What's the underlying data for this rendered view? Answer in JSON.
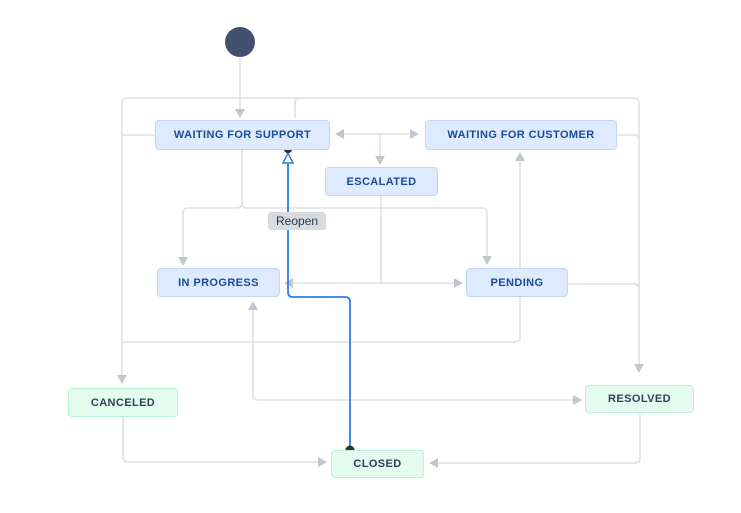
{
  "diagram": {
    "kind": "workflow-state-diagram",
    "states": [
      {
        "id": "waiting-for-support",
        "label": "WAITING FOR SUPPORT",
        "category": "blue"
      },
      {
        "id": "waiting-for-customer",
        "label": "WAITING FOR CUSTOMER",
        "category": "blue"
      },
      {
        "id": "escalated",
        "label": "ESCALATED",
        "category": "blue"
      },
      {
        "id": "in-progress",
        "label": "IN PROGRESS",
        "category": "blue"
      },
      {
        "id": "pending",
        "label": "PENDING",
        "category": "blue"
      },
      {
        "id": "canceled",
        "label": "CANCELED",
        "category": "green"
      },
      {
        "id": "resolved",
        "label": "RESOLVED",
        "category": "green"
      },
      {
        "id": "closed",
        "label": "CLOSED",
        "category": "green"
      }
    ],
    "transition_labels": {
      "reopen": "Reopen"
    },
    "highlighted_transition": {
      "label": "Reopen",
      "from": "CLOSED",
      "to": "WAITING FOR SUPPORT"
    },
    "colors": {
      "line": "#dfe1e6",
      "arrowhead": "#c1c7d0",
      "highlight_blue": "#2b7de9",
      "start_node": "#42526e",
      "state_blue_bg": "#deebff",
      "state_blue_text": "#1a4a9b",
      "state_green_bg": "#e3fcef",
      "state_green_text": "#2a4458",
      "edge_label_bg": "#d8dbe0",
      "endpoint_dot": "#333333"
    }
  }
}
